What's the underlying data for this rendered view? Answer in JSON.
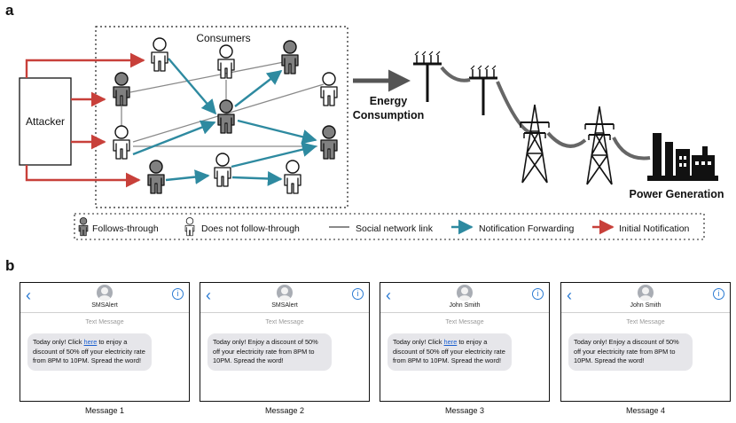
{
  "panels": {
    "a": "a",
    "b": "b"
  },
  "diagram": {
    "consumers_label": "Consumers",
    "attacker_label": "Attacker",
    "energy_label_line1": "Energy",
    "energy_label_line2": "Consumption",
    "power_label": "Power Generation",
    "colors": {
      "notification_forwarding": "#2e8aa0",
      "initial_notification": "#c8403a",
      "social_link": "#888888",
      "follows_through": "#808080",
      "not_follows": "#ffffff",
      "energy_arrow": "#555555"
    },
    "legend": [
      {
        "key": "follows",
        "label": "Follows-through"
      },
      {
        "key": "not_follows",
        "label": "Does not follow-through"
      },
      {
        "key": "social",
        "label": "Social network link"
      },
      {
        "key": "forwarding",
        "label": "Notification Forwarding"
      },
      {
        "key": "initial",
        "label": "Initial Notification"
      }
    ]
  },
  "messages": [
    {
      "contact": "SMSAlert",
      "label": "Text Message",
      "text_before": "Today only! Click ",
      "link": "here",
      "text_after": " to enjoy a discount of 50% off your electricity rate from 8PM to 10PM. Spread the word!",
      "caption": "Message 1"
    },
    {
      "contact": "SMSAlert",
      "label": "Text Message",
      "text_before": "Today only! Enjoy a discount of 50% off your electricity rate from 8PM to 10PM. Spread the word!",
      "link": "",
      "text_after": "",
      "caption": "Message 2"
    },
    {
      "contact": "John Smith",
      "label": "Text Message",
      "text_before": "Today only! Click ",
      "link": "here",
      "text_after": " to enjoy a discount of 50% off your electricity rate from 8PM to 10PM. Spread the word!",
      "caption": "Message 3"
    },
    {
      "contact": "John Smith",
      "label": "Text Message",
      "text_before": "Today only! Enjoy a discount of 50% off your electricity rate from 8PM to 10PM. Spread the word!",
      "link": "",
      "text_after": "",
      "caption": "Message 4"
    }
  ]
}
